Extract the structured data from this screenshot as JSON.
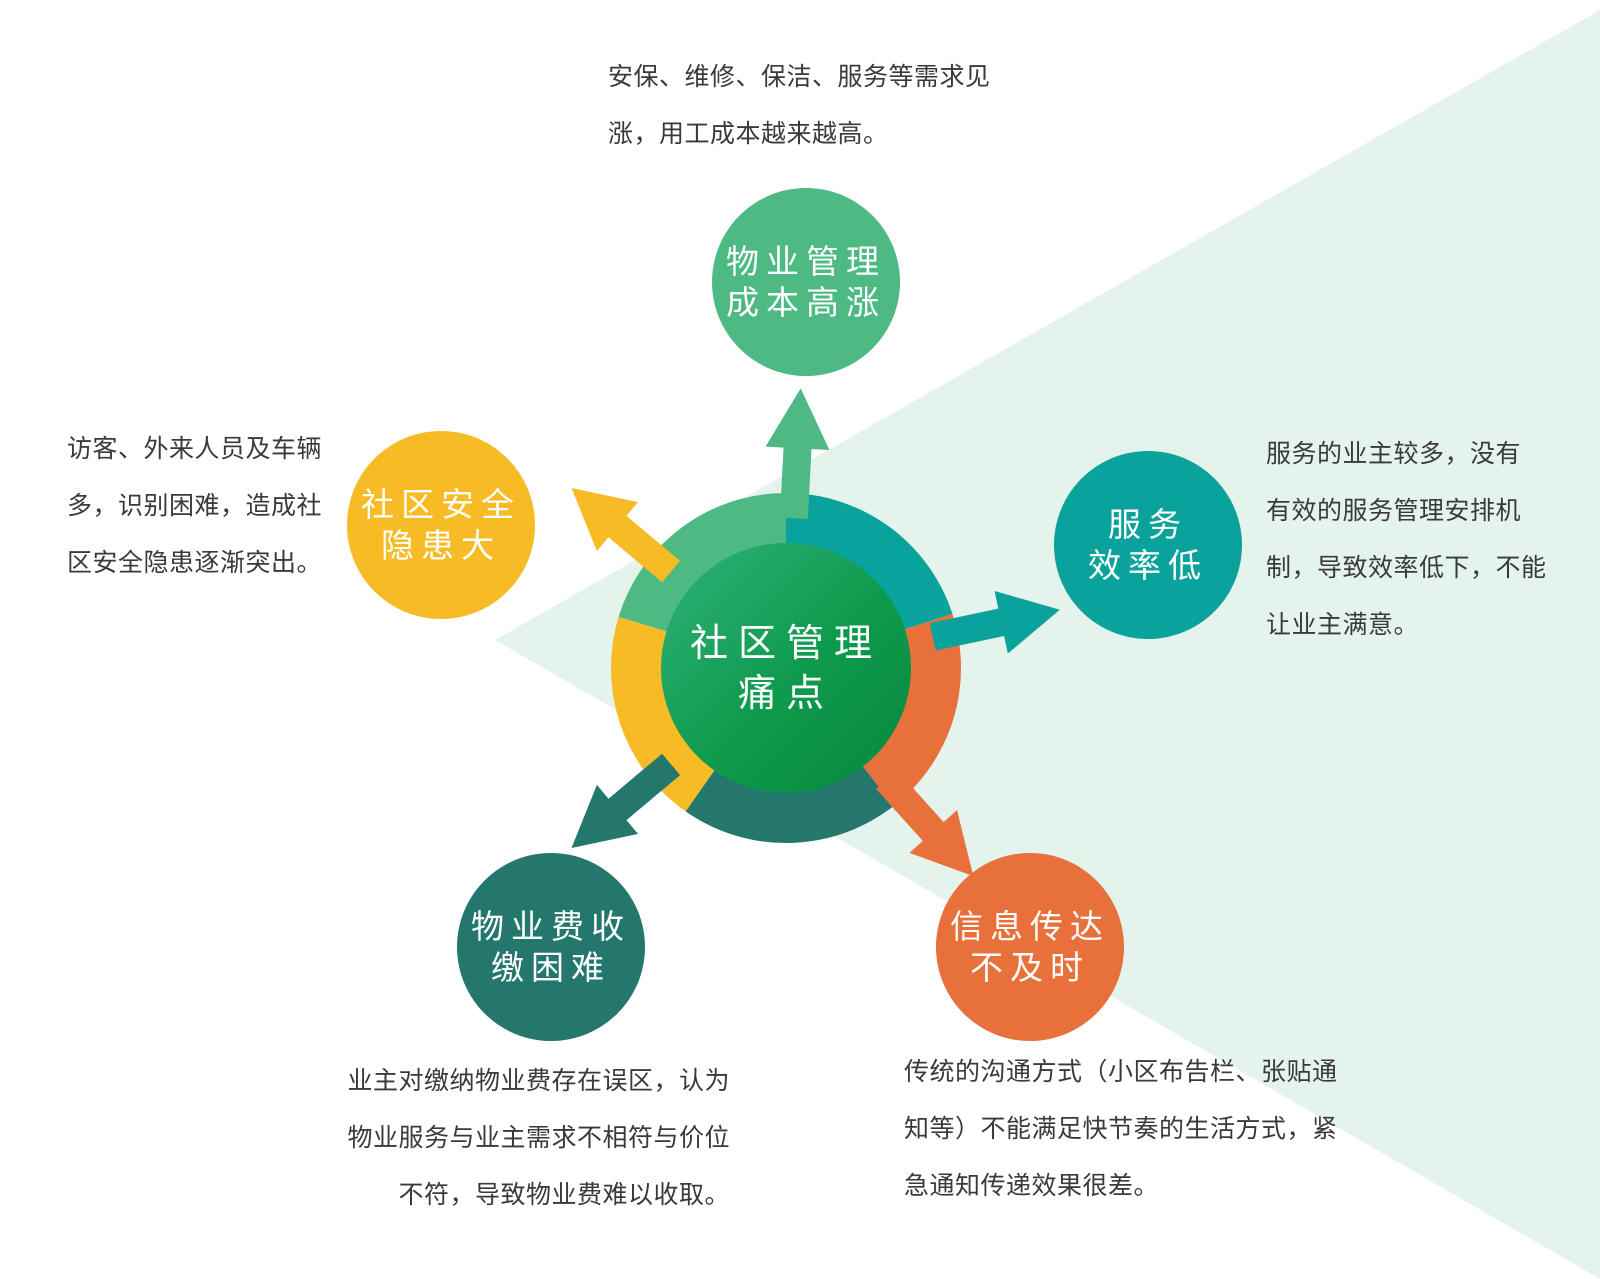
{
  "center": {
    "line1": "社区管理",
    "line2": "痛点"
  },
  "colors": {
    "green": "#4cba82",
    "teal": "#0aa39b",
    "orange": "#e8703a",
    "dark_teal": "#24776c",
    "yellow": "#f7bb25",
    "center": "#129e4f",
    "backdrop": "#e4f3ec"
  },
  "nodes": [
    {
      "id": "cost",
      "color": "green",
      "line1": "物业管理",
      "line2": "成本高涨",
      "desc": [
        "安保、维修、保洁、服务等需求见",
        "涨，用工成本越来越高。"
      ]
    },
    {
      "id": "efficiency",
      "color": "teal",
      "line1": "服务",
      "line2": "效率低",
      "desc": [
        "服务的业主较多，没有",
        "有效的服务管理安排机",
        "制，导致效率低下，不能",
        "让业主满意。"
      ]
    },
    {
      "id": "info",
      "color": "orange",
      "line1": "信息传达",
      "line2": "不及时",
      "desc": [
        "传统的沟通方式（小区布告栏、张贴通",
        "知等）不能满足快节奏的生活方式，紧",
        "急通知传递效果很差。"
      ]
    },
    {
      "id": "fees",
      "color": "dark_teal",
      "line1": "物业费收",
      "line2": "缴困难",
      "desc": [
        "业主对缴纳物业费存在误区，认为",
        "物业服务与业主需求不相符与价位",
        "不符，导致物业费难以收取。"
      ]
    },
    {
      "id": "security",
      "color": "yellow",
      "line1": "社区安全",
      "line2": "隐患大",
      "desc": [
        "访客、外来人员及车辆",
        "多，识别困难，造成社",
        "区安全隐患逐渐突出。"
      ]
    }
  ]
}
